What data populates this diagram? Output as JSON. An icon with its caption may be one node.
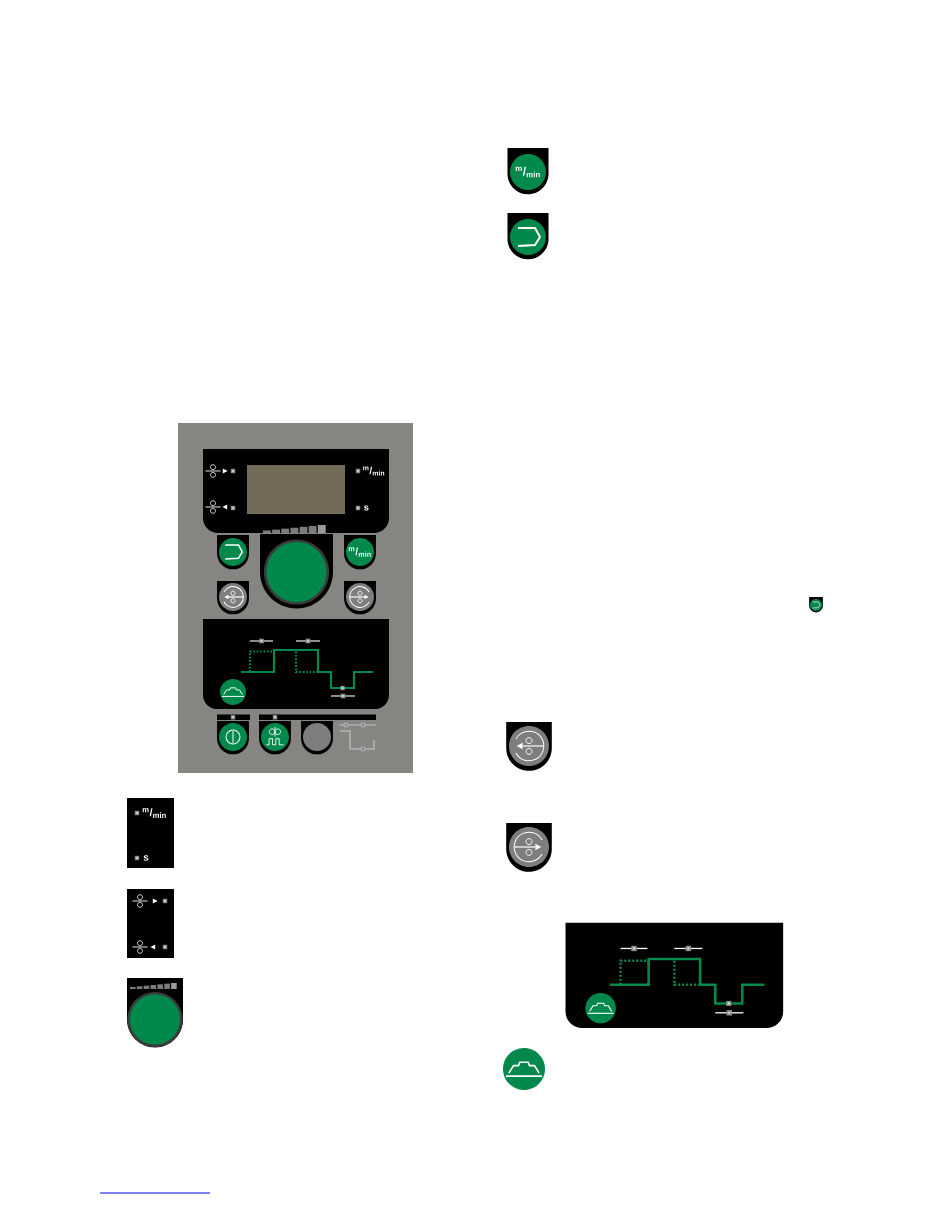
{
  "diagram": {
    "labels": [
      "$^{m}$/$_{min}$",
      "s",
      "$^{m}$/$_{min}$",
      "$^{m}$/$_{min}$",
      "s",
      "$^{m}$/$_{min}$"
    ]
  }
}
